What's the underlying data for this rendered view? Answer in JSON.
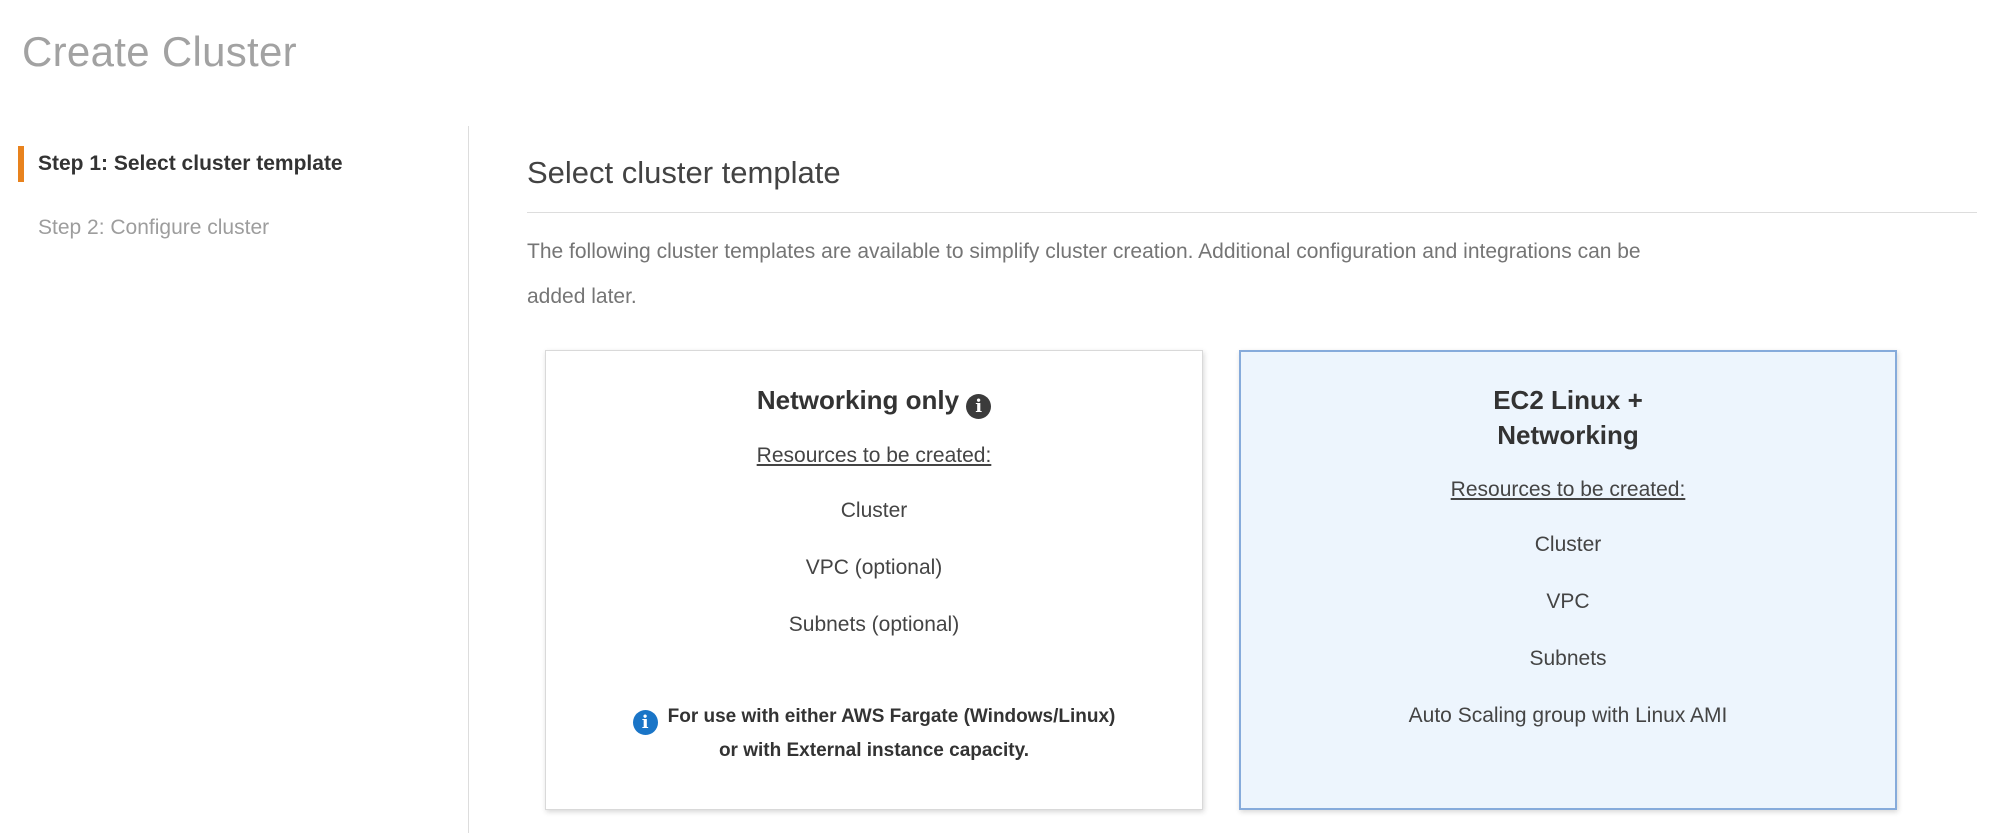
{
  "page_title": "Create Cluster",
  "steps": [
    {
      "label": "Step 1: Select cluster template",
      "active": true
    },
    {
      "label": "Step 2: Configure cluster",
      "active": false
    }
  ],
  "main": {
    "heading": "Select cluster template",
    "description_lines": [
      "The following cluster templates are available to simplify cluster creation. Additional configuration and integrations can be",
      "added later."
    ],
    "cards": [
      {
        "title": "Networking only",
        "resources_label": "Resources to be created:",
        "resources": [
          "Cluster",
          "VPC (optional)",
          "Subnets (optional)"
        ],
        "note_lines": [
          "For use with either AWS Fargate (Windows/Linux)",
          "or with External instance capacity."
        ],
        "selected": false
      },
      {
        "title": "EC2 Linux + Networking",
        "title_lines": [
          "EC2 Linux +",
          "Networking"
        ],
        "resources_label": "Resources to be created:",
        "resources": [
          "Cluster",
          "VPC",
          "Subnets",
          "Auto Scaling group with Linux AMI"
        ],
        "selected": true
      }
    ]
  },
  "icons": {
    "info_glyph": "i"
  },
  "colors": {
    "accent_orange": "#e8821d",
    "selected_card_border": "#86abdb",
    "selected_card_bg": "#edf5fd",
    "info_icon_blue": "#1a75c7",
    "info_icon_dark": "#3b3b3b",
    "title_gray": "#a2a2a2"
  }
}
